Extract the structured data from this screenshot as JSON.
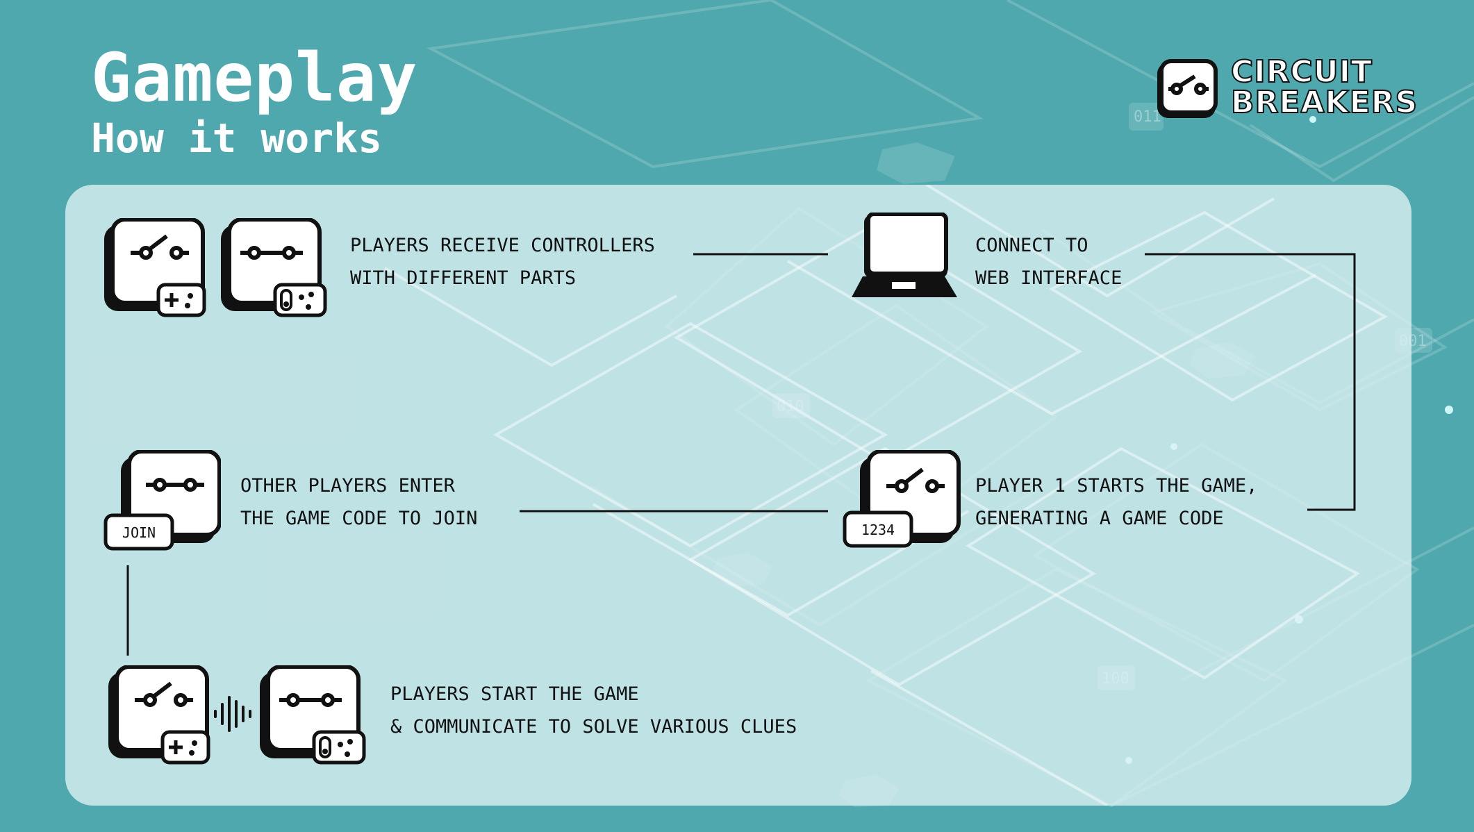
{
  "header": {
    "title": "Gameplay",
    "subtitle": "How it works"
  },
  "logo": {
    "line1": "CIRCUIT",
    "line2": "BREAKERS"
  },
  "steps": [
    {
      "line1": "PLAYERS RECEIVE CONTROLLERS",
      "line2": "WITH DIFFERENT PARTS"
    },
    {
      "line1": "CONNECT TO",
      "line2": "WEB INTERFACE"
    },
    {
      "line1": "PLAYER 1 STARTS THE GAME,",
      "line2": "GENERATING A GAME CODE"
    },
    {
      "line1": "OTHER PLAYERS ENTER",
      "line2": "THE GAME CODE TO JOIN"
    },
    {
      "line1": "PLAYERS START THE GAME",
      "line2": "& COMMUNICATE TO SOLVE VARIOUS CLUES"
    }
  ],
  "badges": {
    "join": "JOIN",
    "code": "1234"
  },
  "decor_labels": [
    "011",
    "001",
    "010",
    "100"
  ],
  "colors": {
    "background": "#4ea8ad",
    "panel": "#d6eef0",
    "ink": "#111111",
    "white": "#ffffff"
  }
}
